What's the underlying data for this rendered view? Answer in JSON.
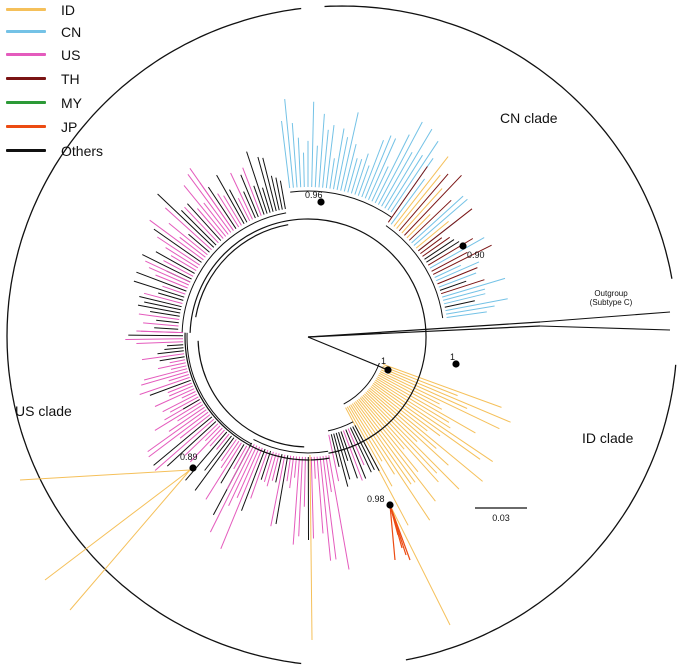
{
  "legend": [
    {
      "label": "ID",
      "color": "#f5c05a"
    },
    {
      "label": "CN",
      "color": "#74c2e6"
    },
    {
      "label": "US",
      "color": "#e45bbd"
    },
    {
      "label": "TH",
      "color": "#7a1414"
    },
    {
      "label": "MY",
      "color": "#2c9a37"
    },
    {
      "label": "JP",
      "color": "#ec4b12"
    },
    {
      "label": "Others",
      "color": "#111111"
    }
  ],
  "clades": {
    "cn": "CN clade",
    "us": "US clade",
    "id": "ID clade"
  },
  "outgroup": {
    "line1": "Outgroup",
    "line2": "(Subtype C)"
  },
  "supports": {
    "cn_node": "0.96",
    "th_node": "0.90",
    "root_node": "1",
    "id_node": "1",
    "us_node": "0.89",
    "jp_node": "0.98"
  },
  "scale_bar": {
    "label": "0.03"
  }
}
